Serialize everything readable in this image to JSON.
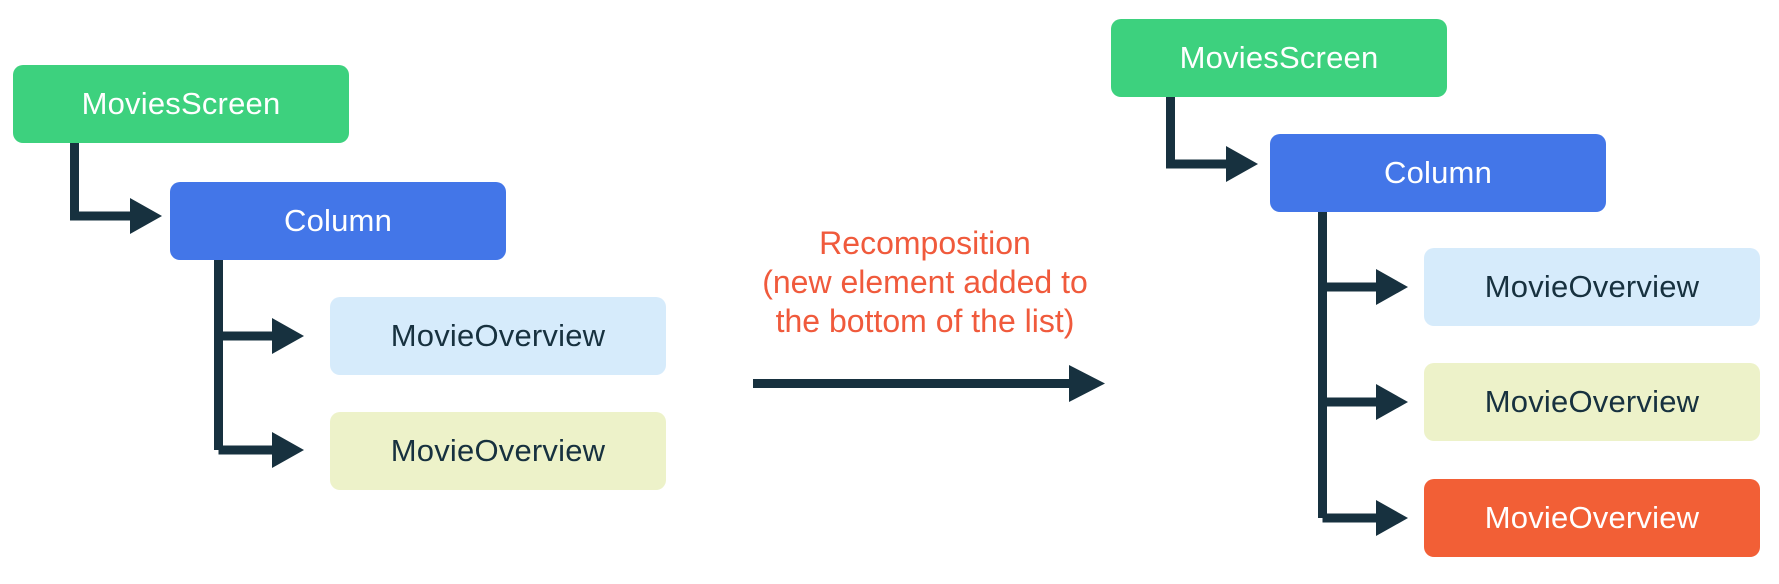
{
  "diagram_title": "Recomposition tree diagram",
  "colors": {
    "background": "#ffffff",
    "connector": "#17313f",
    "caption": "#f05a3c",
    "node_green": "#3dd17e",
    "node_blue": "#4376e8",
    "node_light_blue": "#d6ebfb",
    "node_light_yellow": "#edf2c9",
    "node_orange": "#f25f36"
  },
  "left_tree": {
    "nodes": [
      {
        "label": "MoviesScreen",
        "bg": "#3dd17e",
        "fg": "#ffffff"
      },
      {
        "label": "Column",
        "bg": "#4376e8",
        "fg": "#ffffff"
      },
      {
        "label": "MovieOverview",
        "bg": "#d6ebfb",
        "fg": "#17313f"
      },
      {
        "label": "MovieOverview",
        "bg": "#edf2c9",
        "fg": "#17313f"
      }
    ]
  },
  "annotation": {
    "lines": [
      "Recomposition",
      "(new element added to",
      "the bottom of the list)"
    ]
  },
  "right_tree": {
    "nodes": [
      {
        "label": "MoviesScreen",
        "bg": "#3dd17e",
        "fg": "#ffffff"
      },
      {
        "label": "Column",
        "bg": "#4376e8",
        "fg": "#ffffff"
      },
      {
        "label": "MovieOverview",
        "bg": "#d6ebfb",
        "fg": "#17313f"
      },
      {
        "label": "MovieOverview",
        "bg": "#edf2c9",
        "fg": "#17313f"
      },
      {
        "label": "MovieOverview",
        "bg": "#f25f36",
        "fg": "#ffffff"
      }
    ]
  }
}
